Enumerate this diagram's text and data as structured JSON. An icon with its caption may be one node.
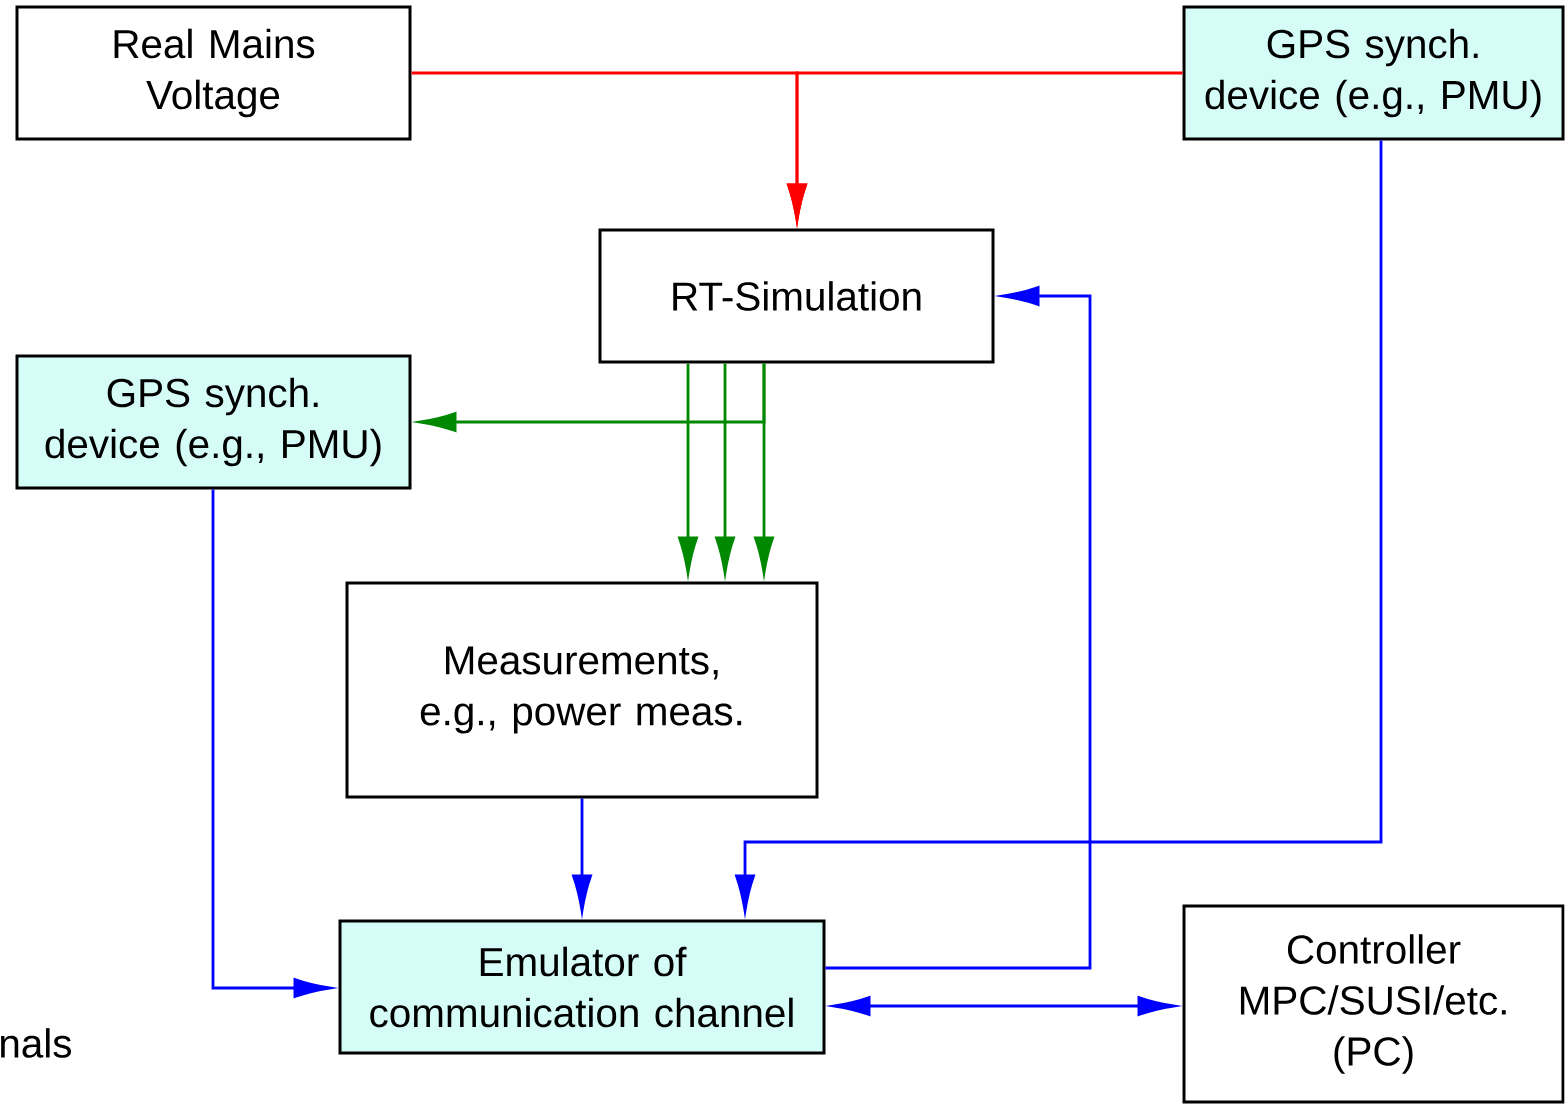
{
  "diagram": {
    "nodes": [
      {
        "text": [
          "Real Mains Voltage"
        ]
      },
      {
        "text": [
          "GPS synch. device (e.g., PMU)"
        ]
      },
      {
        "text": [
          "RT-Simulation"
        ]
      },
      {
        "text": [
          "GPS synch. device (e.g., PMU)"
        ]
      },
      {
        "text": [
          "Measurements, e.g., power meas."
        ]
      },
      {
        "text": [
          "Emulator of communication channel"
        ]
      },
      {
        "text": [
          "Controller MPC/SUSI/etc. (PC)"
        ]
      }
    ],
    "edges": [
      {
        "from": 0,
        "to": 2,
        "arrow": "to",
        "color": "#ff0000"
      },
      {
        "from": 1,
        "to": 2,
        "arrow": "to",
        "color": "#ff0000"
      },
      {
        "from": 2,
        "to": 3,
        "arrow": "to",
        "color": "#008800"
      },
      {
        "from": 2,
        "to": 4,
        "arrow": "to",
        "color": "#008800"
      },
      {
        "from": 2,
        "to": 4,
        "arrow": "to",
        "color": "#008800"
      },
      {
        "from": 2,
        "to": 4,
        "arrow": "to",
        "color": "#008800"
      },
      {
        "from": 4,
        "to": 5,
        "arrow": "to"
      },
      {
        "from": 3,
        "to": 5,
        "arrow": "to"
      },
      {
        "from": 1,
        "to": 5,
        "arrow": "to"
      },
      {
        "from": 5,
        "to": 2,
        "arrow": "to"
      },
      {
        "from": 5,
        "to": 6,
        "arrow": "both"
      }
    ],
    "labels": [
      "nals"
    ]
  }
}
